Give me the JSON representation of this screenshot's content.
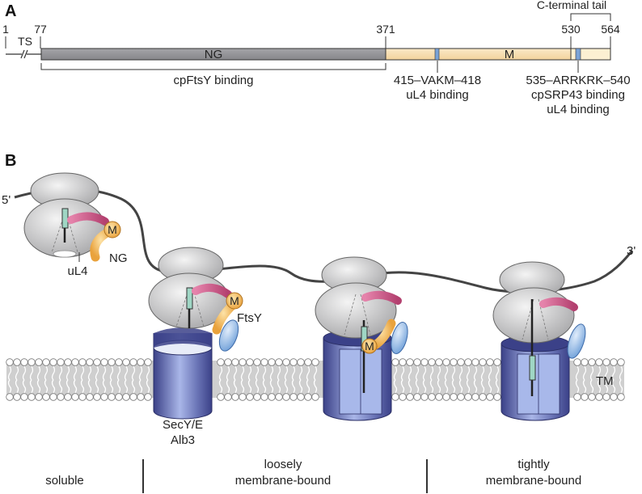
{
  "panelA": {
    "label": "A",
    "ticks": {
      "t1": "1",
      "t77": "77",
      "t371": "371",
      "t530": "530",
      "t564": "564"
    },
    "ts": "TS",
    "ng": "NG",
    "m": "M",
    "c_tail": "C-terminal tail",
    "cpftsy": "cpFtsY binding",
    "motif1": {
      "seq": "415–VAKM–418",
      "func": "uL4 binding"
    },
    "motif2": {
      "seq": "535–ARRKRK–540",
      "func1": "cpSRP43 binding",
      "func2": "uL4 binding"
    },
    "colors": {
      "ng": "#9a9a9e",
      "m": "#f5dcae",
      "tail": "#fcf0d2",
      "motif": "#7aa3d6"
    }
  },
  "panelB": {
    "label": "B",
    "five_prime": "5'",
    "three_prime": "3'",
    "m_domain": "M",
    "ng_domain": "NG",
    "ul4": "uL4",
    "ftsy": "FtsY",
    "secy": "SecY/E",
    "alb3": "Alb3",
    "tm": "TM",
    "colors": {
      "ribosome": "#c8c8c8",
      "ul4": "#c24e7e",
      "srp": "#f0b454",
      "translocon": "#5c64a8",
      "ftsy": "#8fb7e6",
      "lipid": "#ffffff"
    }
  },
  "stages": {
    "soluble": "soluble",
    "loosely_l1": "loosely",
    "loosely_l2": "membrane-bound",
    "tightly_l1": "tightly",
    "tightly_l2": "membrane-bound"
  }
}
